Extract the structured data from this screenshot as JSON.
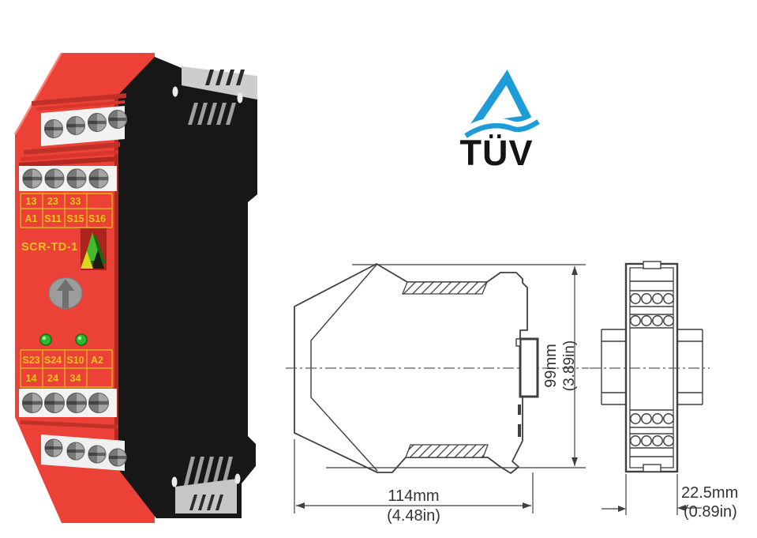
{
  "relay": {
    "model_label": "SCR-TD-1",
    "labels": {
      "top_row1": [
        "13",
        "23",
        "33"
      ],
      "top_row2": [
        "A1",
        "S11",
        "S15",
        "S16"
      ],
      "bottom_row1": [
        "S23",
        "S24",
        "S10",
        "A2"
      ],
      "bottom_row2": [
        "14",
        "24",
        "34"
      ]
    },
    "colors": {
      "body_red": "#ec4136",
      "stripe_dark_red": "#c03128",
      "housing_black": "#171717",
      "rail_gray": "#cdcdcd",
      "label_yellow": "#f0c41e",
      "led_green": "#2eb82e",
      "terminal_white": "#f3f3f3"
    }
  },
  "certification": {
    "label": "TÜV",
    "logo_blue": "#1e9cd8"
  },
  "dimensions": {
    "width_mm": "114mm",
    "width_in": "(4.48in)",
    "height_mm": "99mm",
    "height_in": "(3.89in)",
    "depth_mm": "22.5mm",
    "depth_in": "(0.89in)"
  }
}
